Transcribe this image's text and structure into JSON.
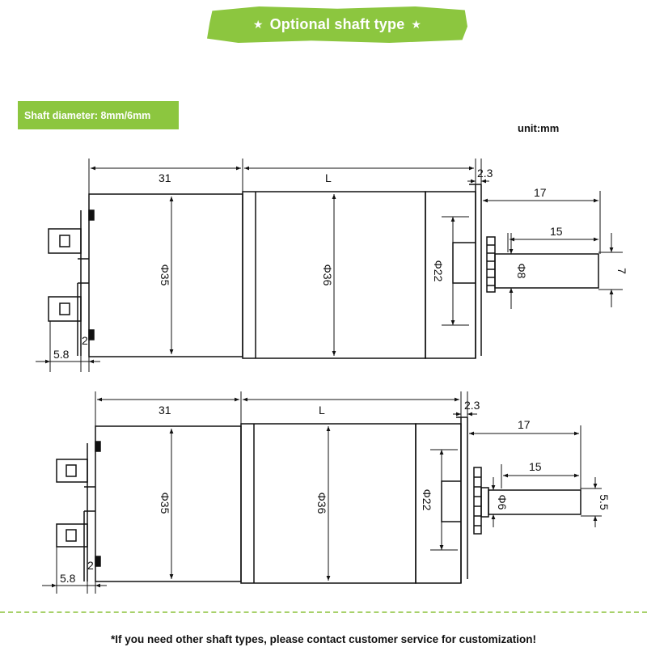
{
  "banner": {
    "title": "Optional shaft type",
    "star": "★"
  },
  "spec_tag": "Shaft diameter: 8mm/6mm",
  "unit": "unit:mm",
  "footnote": "*If you need other shaft types, please contact customer service for customization!",
  "colors": {
    "accent": "#8cc63f",
    "divider": "#a8d16b",
    "line": "#111111"
  },
  "motors": [
    {
      "dims": {
        "rear_length": "31",
        "body_length": "L",
        "collar": "2.3",
        "shaft_total": "17",
        "flat_length": "15",
        "rear_diameter": "Φ35",
        "body_diameter": "Φ36",
        "flange_diameter": "Φ22",
        "shaft_diameter": "Φ8",
        "flat_height": "7",
        "terminal_offset": "5.8",
        "terminal_gap": "2"
      }
    },
    {
      "dims": {
        "rear_length": "31",
        "body_length": "L",
        "collar": "2.3",
        "shaft_total": "17",
        "flat_length": "15",
        "rear_diameter": "Φ35",
        "body_diameter": "Φ36",
        "flange_diameter": "Φ22",
        "shaft_diameter": "Φ6",
        "flat_height": "5.5",
        "terminal_offset": "5.8",
        "terminal_gap": "2"
      }
    }
  ]
}
